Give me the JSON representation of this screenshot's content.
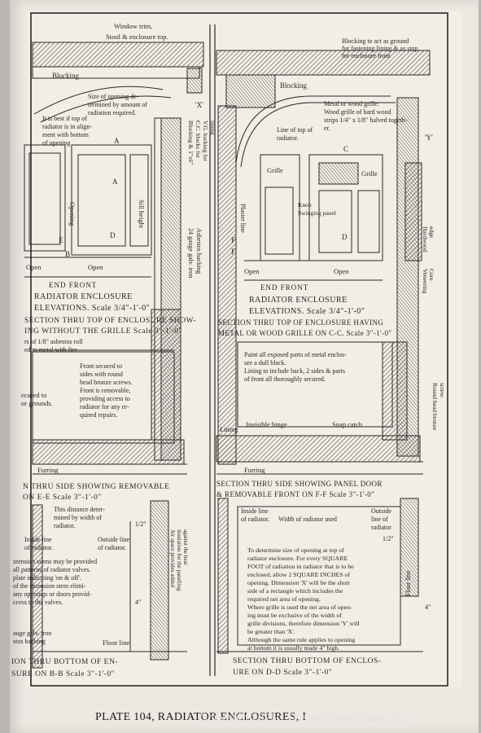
{
  "plate_caption": "PLATE 104, RADIATOR ENCLOSURES, I",
  "watermark": "Copyright 2025 - The McGuire Group LLC",
  "left": {
    "window_trim": "Window trim,",
    "stool": "Stool & enclosure top.",
    "blocking": "Blocking",
    "size_note": [
      "Size of opening de-",
      "termined by amount of",
      "radiation required."
    ],
    "best_note": [
      "It is best if top of",
      "radiator is in align-",
      "ment with bottom",
      "of opening"
    ],
    "mark_a": "A",
    "mark_a2": "A",
    "dim_x": "'X'",
    "opening": "Opening",
    "sill_height": "Sill height",
    "mark_b": "B",
    "mark_d": "D",
    "mark_e": "E",
    "blocking_backing": [
      "Blocking & 1\"x6\"",
      "C.C. blocks for",
      "V.G. backing for",
      "lining"
    ],
    "gauge_iron": [
      "24 gauge galv. iron",
      "Asbestos backing"
    ],
    "open1": "Open",
    "open2": "Open",
    "elev_title": [
      "END        FRONT",
      "RADIATOR ENCLOSURE",
      "ELEVATIONS. Scale 3/4\"-1'-0\""
    ],
    "sect_top": [
      "SECTION THRU TOP OF ENCLOSURE SHOW-",
      "ING WITHOUT THE GRILLE Scale 3\"-1'-0\""
    ],
    "asbestos_note": [
      "rs of 1/8\" asbestos roll",
      "ed to metal with fire"
    ],
    "front_note": [
      "Front secured to",
      "sides with round",
      "head bronze screws.",
      "Front is removable,",
      "providing access to",
      "radiator for any re-",
      "quired repairs."
    ],
    "secured_note": [
      "ecured to",
      "or grounds."
    ],
    "furring": "Furring",
    "sect_side": [
      "N THRU SIDE SHOWING REMOVABLE",
      "ON E-E        Scale 3\"-1'-0\""
    ],
    "distance_note": [
      "This distance deter-",
      "mined by width of",
      "radiator."
    ],
    "inside_line": [
      "Inside line",
      "of radiator."
    ],
    "outside_line": [
      "Outside line",
      "of radiator."
    ],
    "air_space": [
      "Air space provides added",
      "insulation for the panelling",
      "against the heat"
    ],
    "extension_note": [
      "xtension stems may be provided",
      "all patterns of radiator valves.",
      "plate indicating 'on & off'.",
      "of the extension stem elimi-",
      "any openings or doors provid-",
      "ccess to the valves."
    ],
    "gauge_low": [
      "auge galv. iron",
      "stos backing"
    ],
    "floor_line": "Floor line",
    "dim_half": "1/2\"",
    "dim_4": "4\"",
    "sect_bottom": [
      "ION THRU BOTTOM OF EN-",
      "SURE ON B-B  Scale 3\"-1'-0\""
    ]
  },
  "right": {
    "blocking_top": [
      "Blocking to act as ground",
      "for fastening lining & as stop",
      "for enclosure front"
    ],
    "blocking": "Blocking",
    "grille_note": [
      "Metal or wood grille.",
      "Wood grille of hard wood",
      "strips 1/4\" x 1/8\" halved togeth-",
      "er."
    ],
    "line_top": [
      "Line of top of",
      "radiator."
    ],
    "dim_y": "'Y'",
    "mark_c": "C",
    "grille1": "Grille",
    "grille2": "Grille",
    "plaster_line": "Plaster line",
    "knob": [
      "Knob",
      "Swinging panel"
    ],
    "mark_f": "F",
    "mark_f2": "F",
    "mark_d": "D",
    "open1": "Open",
    "open2": "Open",
    "hardwood": [
      "Hardwood",
      "edge"
    ],
    "veneering": [
      "Veneering",
      "Core"
    ],
    "elev_title": [
      "END        FRONT",
      "RADIATOR ENCLOSURE",
      "ELEVATIONS. Scale 3/4\"-1'-0\""
    ],
    "sect_top": [
      "SECTION THRU TOP OF ENCLOSURE HAVING",
      "METAL OR WOOD GRILLE ON C-C. Scale 3\"-1'-0\""
    ],
    "paint_note": [
      "Paint all exposed parts of metal enclos-",
      "ure a dull black.",
      "Lining to include back, 2 sides & parts",
      "of front all thoroughly secured."
    ],
    "round_head": [
      "Round head bronze",
      "screw."
    ],
    "lining": "Lining",
    "hinge": "Invisible hinge",
    "snap": "Snap catch",
    "furring": "Furring",
    "sect_side": [
      "SECTION THRU SIDE SHOWING PANEL DOOR",
      "& REMOVABLE FRONT ON F-F  Scale 3\"-1'-0\""
    ],
    "inside_line": [
      "Inside line",
      "of radiator."
    ],
    "width_note": "Width of radiator used",
    "outside_line": [
      "Outside",
      "line of",
      "radiator"
    ],
    "dim_half": "1/2\"",
    "square_note": [
      "To determine size of opening at top of",
      "radiator enclosure. For every SQUARE",
      "FOOT of radiation in radiator that is to be",
      "enclosed, allow 2 SQUARE INCHES of",
      "opening. Dimension 'X' will be the short",
      "side of a rectangle which includes the",
      "required net area of opening.",
      "Where grille is used the net area of open-",
      "ing must be exclusive of the width of",
      "grille divisions, therefore dimension 'Y' will",
      "be greater than 'X'.",
      "Although the same rule applies to opening",
      "at bottom it is usually made 4\" high."
    ],
    "floor_line": "Floor line",
    "dim_4": "4\"",
    "sect_bottom": [
      "SECTION THRU BOTTOM OF ENCLOS-",
      "URE ON D-D      Scale 3\"-1'-0\""
    ]
  },
  "colors": {
    "paper": "#f1eee6",
    "ink": "#2a2724",
    "background": "#b9b7b2"
  }
}
